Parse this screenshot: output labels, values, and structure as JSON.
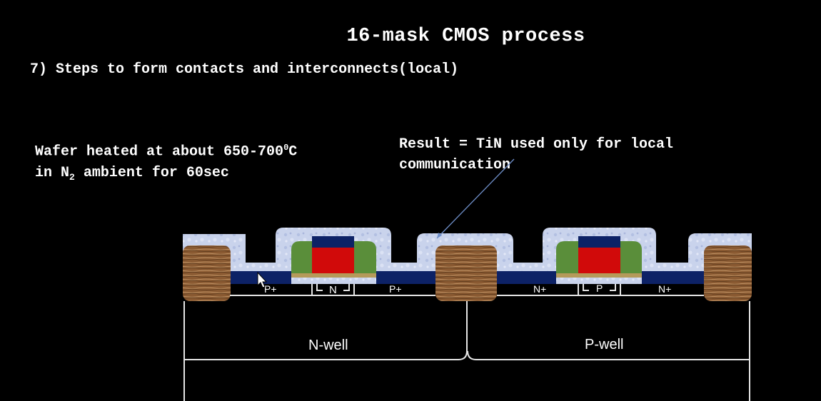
{
  "slide": {
    "title": "16-mask CMOS process",
    "step": "7) Steps to form contacts and interconnects(local)"
  },
  "annotation_left": {
    "line1_a": "Wafer heated at about 650-700",
    "line1_sup": "0",
    "line1_b": "C",
    "line2_a": "in N",
    "line2_sub": "2",
    "line2_b": " ambient for 60sec"
  },
  "annotation_right": {
    "line1": "Result = TiN used only for local",
    "line2": "communication"
  },
  "diagram": {
    "labels": {
      "p_plus_1": "P+",
      "n_channel": "N",
      "p_plus_2": "P+",
      "n_plus_1": "N+",
      "p_channel": "P",
      "n_plus_2": "N+",
      "n_well": "N-well",
      "p_well": "P-well"
    },
    "colors": {
      "tin_layer": "#c9d3ec",
      "silicide": "#0d2266",
      "gate_poly": "#d10a0a",
      "spacer": "#5a8e3a",
      "oxide": "#9a6a3c",
      "gate_oxide": "#b59a5a"
    }
  }
}
